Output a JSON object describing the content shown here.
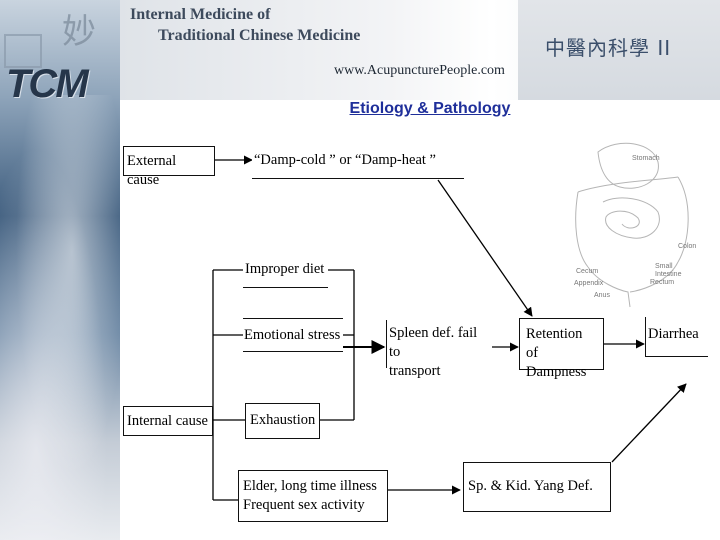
{
  "header": {
    "title_line1": "Internal Medicine of",
    "title_line2": "Traditional Chinese Medicine",
    "url": "www.AcupuncturePeople.com",
    "chinese_title": "中醫內科學 II",
    "logo": "TCM"
  },
  "slide_title": "Etiology & Pathology",
  "diagram": {
    "external_cause": "External cause",
    "external_factors": "“Damp-cold ” or “Damp-heat ”",
    "internal_cause": "Internal cause",
    "improper_diet": "Improper diet",
    "emotional_stress": "Emotional stress",
    "exhaustion": "Exhaustion",
    "elder_line1": "Elder, long time illness",
    "elder_line2": "Frequent sex activity",
    "spleen_line1": "Spleen def. fail to",
    "spleen_line2": "transport",
    "retention_line1": "Retention of",
    "retention_line2": "Dampness",
    "diarrhea": "Diarrhea",
    "sp_kid": "Sp. & Kid. Yang Def."
  },
  "anatomy_labels": {
    "stomach": "Stomach",
    "colon": "Colon",
    "small_intestine_1": "Small",
    "small_intestine_2": "Intestine",
    "rectum": "Rectum",
    "cecum": "Cecum",
    "appendix": "Appendix",
    "anus": "Anus"
  },
  "colors": {
    "title": "#1f2f9a",
    "header_text": "#3d4a5c",
    "sidebar_dark": "#3e5d7e"
  }
}
